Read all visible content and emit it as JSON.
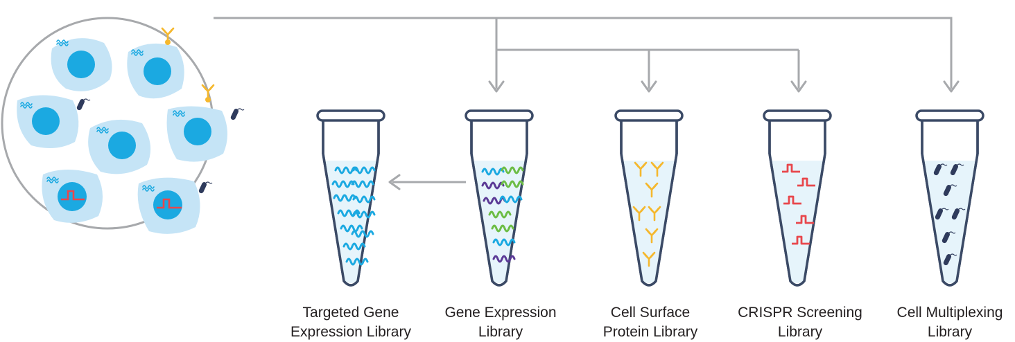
{
  "colors": {
    "arrow": "#a7a9ac",
    "tube_outline": "#3b4a66",
    "tube_liquid": "#e6f4fb",
    "cell_body": "#c5e4f6",
    "cell_nucleus": "#1ba9e1",
    "rna_blue": "#1ba9e1",
    "rna_green": "#6cbd45",
    "rna_purple": "#5b3a96",
    "antibody": "#f5b82e",
    "crispr_red": "#e8474c",
    "multiplex_tag": "#2f3b5c",
    "circle_border": "#a7a9ac"
  },
  "libraries": [
    {
      "id": "targeted-gene-expression",
      "line1": "Targeted Gene",
      "line2": "Expression Library",
      "content": "rna-blue"
    },
    {
      "id": "gene-expression",
      "line1": "Gene Expression",
      "line2": "Library",
      "content": "rna-mixed"
    },
    {
      "id": "cell-surface-protein",
      "line1": "Cell Surface",
      "line2": "Protein Library",
      "content": "antibody"
    },
    {
      "id": "crispr-screening",
      "line1": "CRISPR Screening",
      "line2": "Library",
      "content": "crispr"
    },
    {
      "id": "cell-multiplexing",
      "line1": "Cell Multiplexing",
      "line2": "Library",
      "content": "tag"
    }
  ]
}
